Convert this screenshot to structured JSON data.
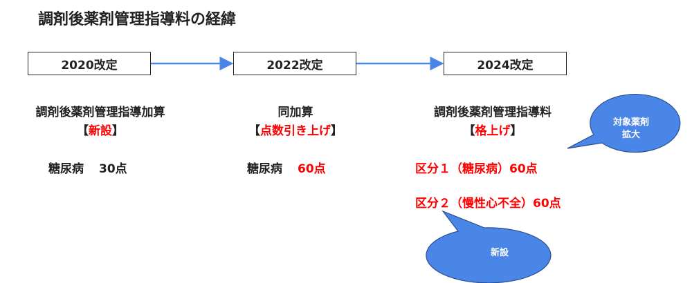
{
  "title": "調剤後薬剤管理指導料の経緯",
  "stages": [
    {
      "label": "2020改定",
      "name": "調剤後薬剤管理指導加算",
      "bracket_open": "【",
      "status": "新設",
      "bracket_close": "】",
      "item": "糖尿病",
      "points": "30点"
    },
    {
      "label": "2022改定",
      "name": "同加算",
      "bracket_open": "【",
      "status": "点数引き上げ",
      "bracket_close": "】",
      "item": "糖尿病",
      "points": "60点"
    },
    {
      "label": "2024改定",
      "name": "調剤後薬剤管理指導料",
      "bracket_open": "【",
      "status": "格上げ",
      "bracket_close": "】",
      "items": [
        "区分１（糖尿病）60点",
        "区分２（慢性心不全）60点"
      ]
    }
  ],
  "callouts": {
    "expand": [
      "対象薬剤",
      "拡大"
    ],
    "new": "新設"
  },
  "colors": {
    "accent": "#4a86e8",
    "highlight": "#ff0000",
    "bubble": "#4a86e8"
  }
}
